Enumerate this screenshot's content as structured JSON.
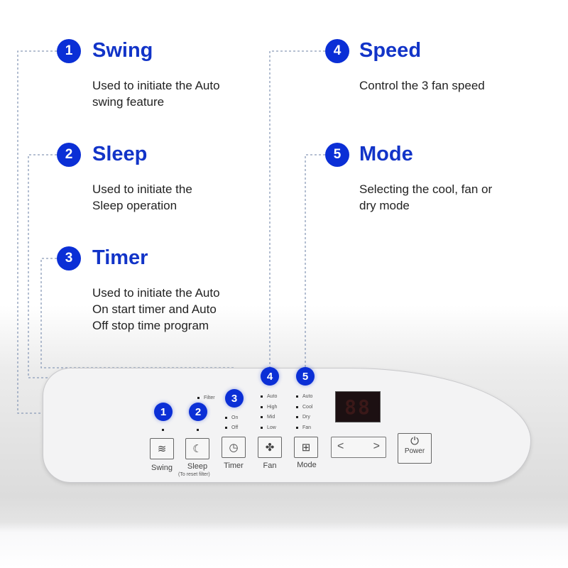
{
  "callouts": [
    {
      "number": "1",
      "title": "Swing",
      "description": "Used to initiate the Auto\nswing feature"
    },
    {
      "number": "2",
      "title": "Sleep",
      "description": "Used to initiate the\nSleep operation"
    },
    {
      "number": "3",
      "title": "Timer",
      "description": "Used to initiate the Auto\nOn start timer and Auto\nOff stop time program"
    },
    {
      "number": "4",
      "title": "Speed",
      "description": "Control the 3 fan speed"
    },
    {
      "number": "5",
      "title": "Mode",
      "description": "Selecting the cool, fan or\ndry mode"
    }
  ],
  "panel": {
    "filter_label": "Filter",
    "timer_indicators": [
      "On",
      "Off"
    ],
    "fan_indicators": [
      "Auto",
      "High",
      "Mid",
      "Low"
    ],
    "mode_indicators": [
      "Auto",
      "Cool",
      "Dry",
      "Fan"
    ],
    "display": "88",
    "buttons": {
      "swing": "Swing",
      "sleep": "Sleep",
      "sleep_sub": "(To reset filter)",
      "timer": "Timer",
      "fan": "Fan",
      "mode": "Mode",
      "left": "<",
      "right": ">",
      "power": "Power"
    }
  },
  "accent": "#0b2fd6"
}
